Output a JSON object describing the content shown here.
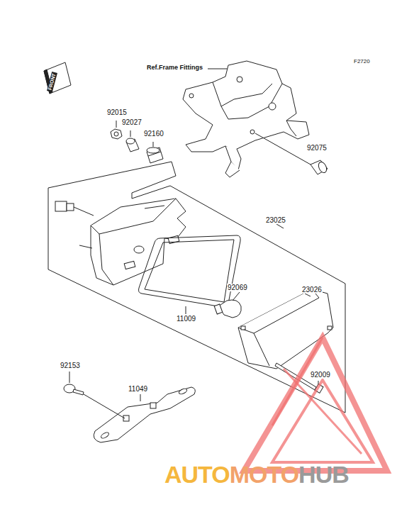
{
  "diagram": {
    "labels": [
      "F2720",
      "FRONT",
      "Ref.Frame Fittings",
      "92015",
      "92027",
      "92160",
      "92075",
      "23025",
      "23026",
      "92069",
      "11009",
      "92009",
      "92153",
      "11049",
      "AUTO",
      "MOTO",
      "HUB"
    ]
  }
}
